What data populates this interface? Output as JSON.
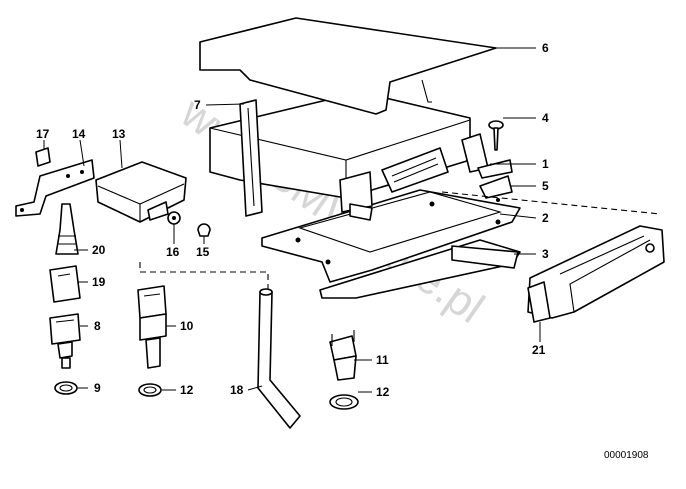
{
  "diagram": {
    "watermark": "www.BMWstore.pl",
    "part_number_ref": "00001908",
    "callouts": [
      {
        "id": "1",
        "label": "1"
      },
      {
        "id": "2",
        "label": "2"
      },
      {
        "id": "3",
        "label": "3"
      },
      {
        "id": "4",
        "label": "4"
      },
      {
        "id": "5",
        "label": "5"
      },
      {
        "id": "6",
        "label": "6"
      },
      {
        "id": "7",
        "label": "7"
      },
      {
        "id": "8",
        "label": "8"
      },
      {
        "id": "9",
        "label": "9"
      },
      {
        "id": "10",
        "label": "10"
      },
      {
        "id": "11",
        "label": "11"
      },
      {
        "id": "12a",
        "label": "12"
      },
      {
        "id": "12b",
        "label": "12"
      },
      {
        "id": "13",
        "label": "13"
      },
      {
        "id": "14",
        "label": "14"
      },
      {
        "id": "15",
        "label": "15"
      },
      {
        "id": "16",
        "label": "16"
      },
      {
        "id": "17",
        "label": "17"
      },
      {
        "id": "18",
        "label": "18"
      },
      {
        "id": "19",
        "label": "19"
      },
      {
        "id": "20",
        "label": "20"
      },
      {
        "id": "21",
        "label": "21"
      }
    ]
  }
}
